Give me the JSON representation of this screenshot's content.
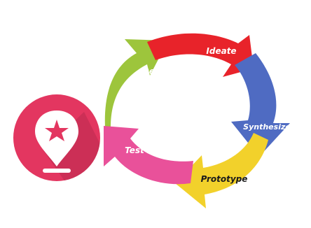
{
  "cycle": {
    "stages": [
      {
        "key": "ideate",
        "label": "Ideate",
        "color": "#e8232a"
      },
      {
        "key": "synthesize",
        "label": "Synthesize",
        "color": "#4f6bc2"
      },
      {
        "key": "prototype",
        "label": "Prototype",
        "color": "#f2d12b"
      },
      {
        "key": "test",
        "label": "Test",
        "color": "#e9519a"
      },
      {
        "key": "define",
        "label": "Define",
        "color": "#9dc53c"
      }
    ]
  },
  "icon": {
    "name": "location-star-icon",
    "circle_color": "#e33660",
    "shadow_color": "#b92a4e",
    "pin_color": "#ffffff",
    "star_color": "#e33660"
  }
}
